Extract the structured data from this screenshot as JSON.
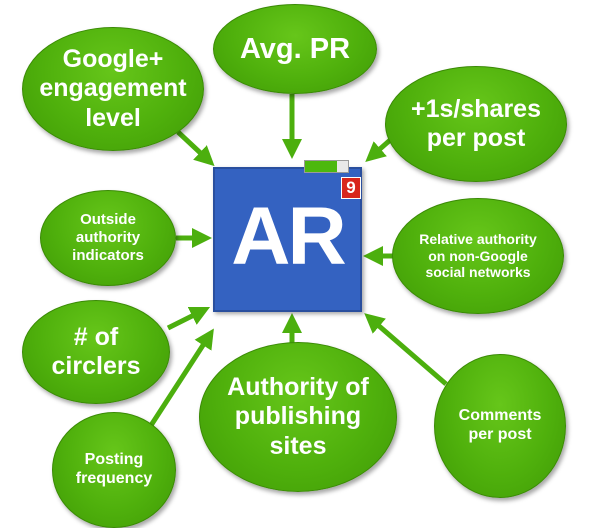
{
  "center": {
    "logo_text": "AR",
    "notification_count": "9",
    "pagerank_fill_fraction": 0.75
  },
  "bubbles": {
    "google_engagement": [
      "Google+",
      "engagement",
      "level"
    ],
    "avg_pr": [
      "Avg. PR"
    ],
    "plus1_shares": [
      "+1s/shares",
      "per post"
    ],
    "outside_authority": [
      "Outside",
      "authority",
      "indicators"
    ],
    "relative_authority": [
      "Relative authority",
      "on non-Google",
      "social networks"
    ],
    "circlers": [
      "# of",
      "circlers"
    ],
    "authority_publishing": [
      "Authority of",
      "publishing",
      "sites"
    ],
    "comments": [
      "Comments",
      "per post"
    ],
    "posting_frequency": [
      "Posting",
      "frequency"
    ]
  },
  "colors": {
    "bubble_green": "#4fb00c",
    "arrow_green": "#4caf0e",
    "logo_blue": "#3462c1",
    "badge_red": "#d8261c"
  }
}
